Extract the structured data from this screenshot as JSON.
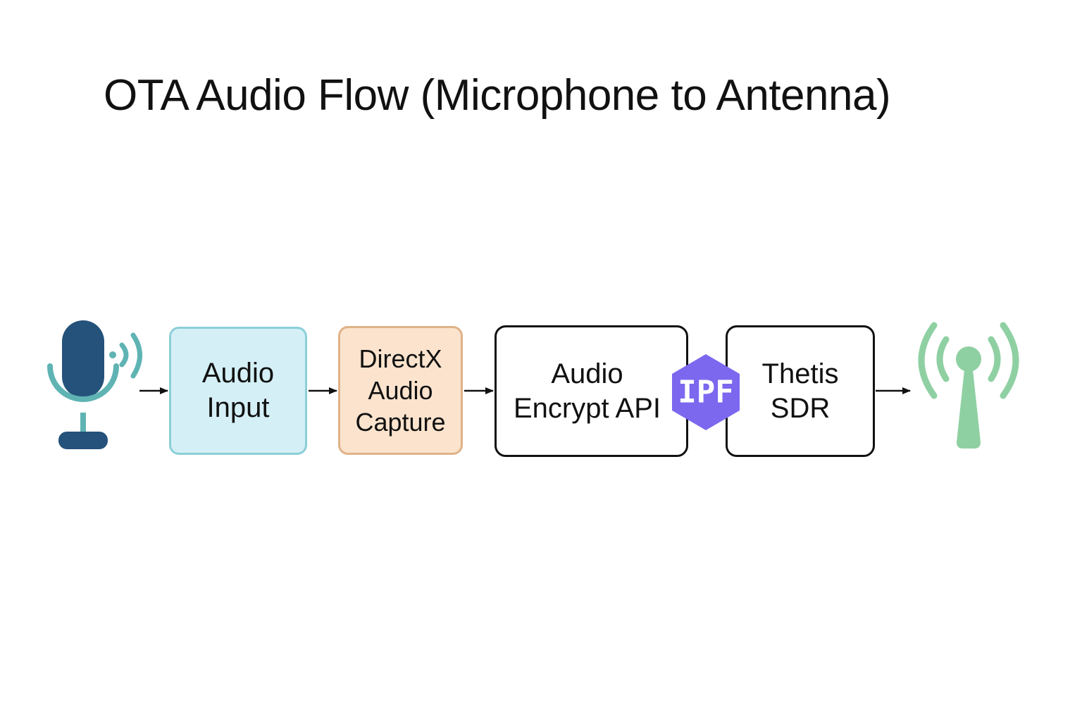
{
  "title": "OTA Audio Flow (Microphone to Antenna)",
  "nodes": {
    "audio_input": [
      "Audio",
      "Input"
    ],
    "directx_capture": [
      "DirectX",
      "Audio",
      "Capture"
    ],
    "encrypt_api": [
      "Audio",
      "Encrypt API"
    ],
    "thetis_sdr": [
      "Thetis",
      "SDR"
    ]
  },
  "badge": "IPF",
  "icons": {
    "source": "microphone-icon",
    "sink": "antenna-icon"
  },
  "colors": {
    "microphone_body": "#24527a",
    "microphone_waves": "#5fb3b3",
    "audio_input_fill": "#d4f0f6",
    "audio_input_border": "#8ccfd8",
    "directx_fill": "#fbe3cd",
    "directx_border": "#e0b289",
    "badge_fill": "#7b68ee",
    "antenna": "#8fd0a2"
  }
}
